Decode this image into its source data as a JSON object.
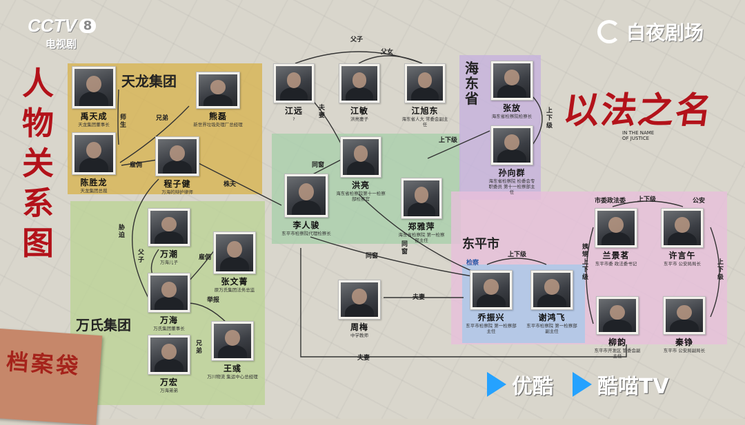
{
  "broadcaster": {
    "logo_text": "CCTV",
    "channel": "8",
    "sub": "电视剧"
  },
  "studio_logo": "白夜剧场",
  "main_title": [
    "人",
    "物",
    "关",
    "系",
    "图"
  ],
  "show_title": {
    "cn": "以法之名",
    "en_line1": "IN THE NAME",
    "en_line2": "OF JUSTICE"
  },
  "folder_label": "档案袋",
  "platforms": [
    "优酷",
    "酷喵TV"
  ],
  "groups": {
    "tianlong": "天龙集团",
    "wanshi": "万氏集团",
    "haidong": "海东省",
    "dongping": "东平市",
    "procuratorate": "检察",
    "party": "市委政法委",
    "police": "公安"
  },
  "people": [
    {
      "id": "yu",
      "name": "禹天成",
      "title": "天龙集团董事长"
    },
    {
      "id": "xiong",
      "name": "熊磊",
      "title": "新世界垃圾处理厂总经理"
    },
    {
      "id": "chen",
      "name": "陈胜龙",
      "title": "天龙集团总裁"
    },
    {
      "id": "cheng",
      "name": "程子健",
      "title": "万海的辩护律师"
    },
    {
      "id": "wanchao",
      "name": "万潮",
      "title": "万海儿子"
    },
    {
      "id": "zhang_wq",
      "name": "张文菁",
      "title": "原万氏集团法务总监"
    },
    {
      "id": "wanhai",
      "name": "万海",
      "title": "万氏集团董事长"
    },
    {
      "id": "wanhong",
      "name": "万宏",
      "title": "万海弟弟"
    },
    {
      "id": "wangyu",
      "name": "王彧",
      "title": "万川物流 集运中心总经理"
    },
    {
      "id": "jiangyuan",
      "name": "江远",
      "title": "?"
    },
    {
      "id": "jiangmin",
      "name": "江敏",
      "title": "洪亮妻子"
    },
    {
      "id": "jiangxu",
      "name": "江旭东",
      "title": "海东省人大 常委会副主任"
    },
    {
      "id": "hongliang",
      "name": "洪亮",
      "title": "海东省检察院第十一检察部检察官"
    },
    {
      "id": "li",
      "name": "李人骏",
      "title": "东平市检察院代理检察长"
    },
    {
      "id": "zheng",
      "name": "郑雅萍",
      "title": "海东省检察院 第一检察部主任"
    },
    {
      "id": "zhangfang",
      "name": "张放",
      "title": "海东省检察院检察长"
    },
    {
      "id": "sun",
      "name": "孙向群",
      "title": "海东省检察院 检委会专职委员 第十一检察部主任"
    },
    {
      "id": "zhoumei",
      "name": "周梅",
      "title": "中学教师"
    },
    {
      "id": "qiao",
      "name": "乔振兴",
      "title": "东平市检察院 第一检察部主任"
    },
    {
      "id": "xie",
      "name": "谢鸿飞",
      "title": "东平市检察院 第一检察部副主任"
    },
    {
      "id": "lan",
      "name": "兰景茗",
      "title": "东平市委 政法委书记"
    },
    {
      "id": "xu",
      "name": "许言午",
      "title": "东平市 公安局局长"
    },
    {
      "id": "liu",
      "name": "柳韵",
      "title": "东平市开发区 管委会副主任"
    },
    {
      "id": "qin",
      "name": "秦铮",
      "title": "东平市 公安局副局长"
    }
  ],
  "relations": {
    "fuzi_top": "父子",
    "funv": "父女",
    "fuqi_h": "夫妻",
    "tongchuang1": "同窗",
    "shangxia_hd": "上下级",
    "shangxia_hd2": "上下级",
    "shisheng": "师生",
    "xiongdi1": "兄弟",
    "guyong": "雇佣",
    "zhuzhi": "株夫",
    "xiepo": "胁迫",
    "fuzi2": "父子",
    "guyong2": "雇佣",
    "jubao": "举报",
    "xiongdi2": "兄弟",
    "tongchuang2": "同窗",
    "tongxiang": "同窗",
    "fuqi_mid": "夫妻",
    "shangxia_dp": "上下级",
    "shangxia_pol": "上下级",
    "shangxia_right": "上下级",
    "jiushu": "姨甥 上下级",
    "fuqi_bottom": "夫妻"
  },
  "colors": {
    "tianlong": "#d7b24a",
    "wanshi": "#b9d393",
    "haidong": "#c7b4dc",
    "dongping": "#e7bfdb",
    "green_mid": "#a6cfa9",
    "accent_red": "#b3121a",
    "blue_box": "#a9c9ea"
  }
}
